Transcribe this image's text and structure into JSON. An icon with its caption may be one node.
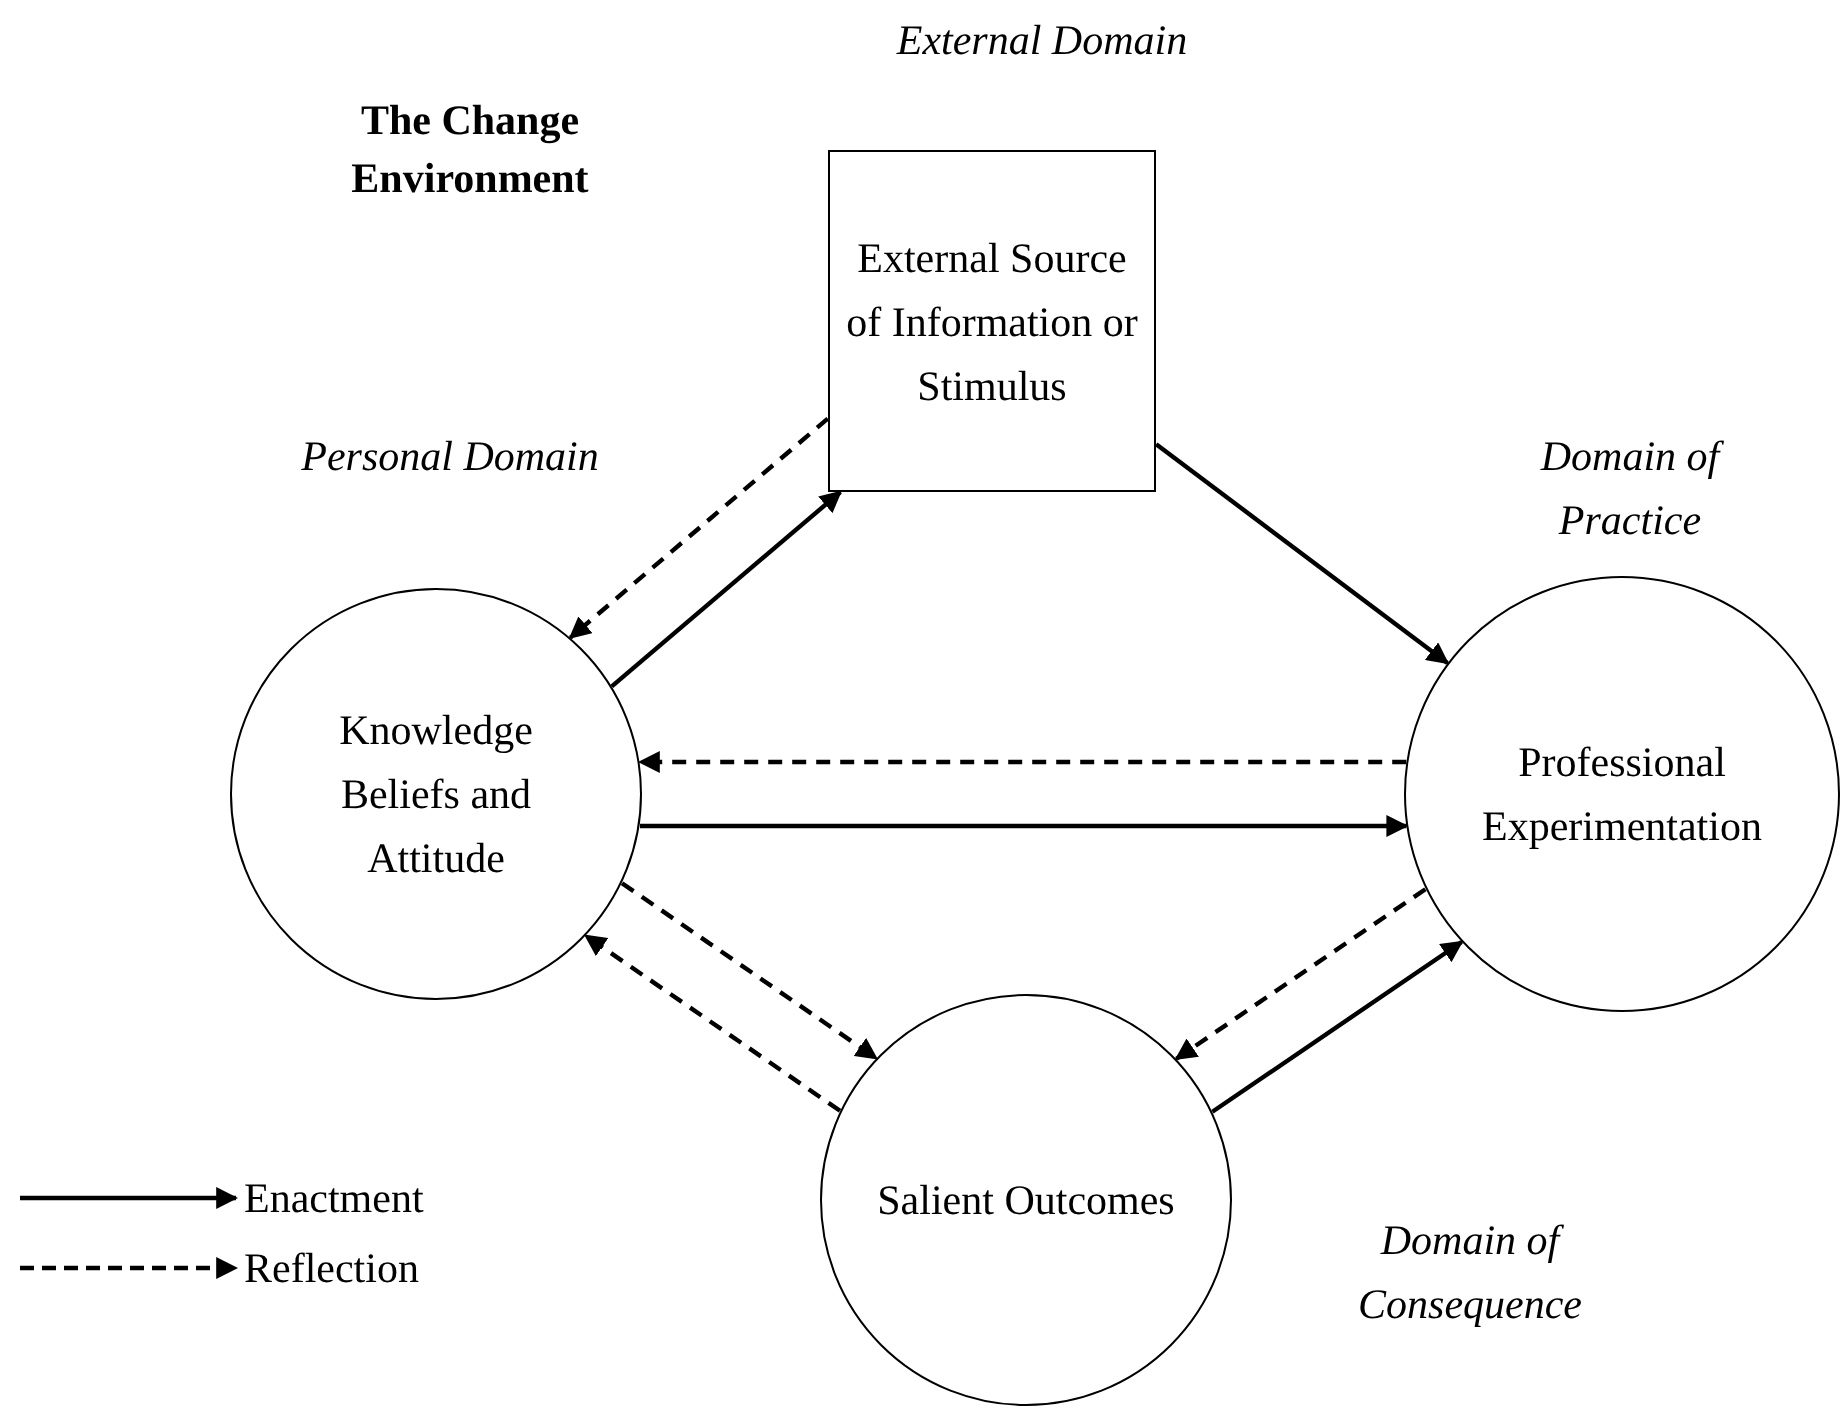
{
  "diagram": {
    "title": "The Change Environment",
    "nodes": [
      {
        "text": [
          "External Source of Information or Stimulus"
        ],
        "beside": [
          "External Domain"
        ]
      },
      {
        "text": [
          "Knowledge Beliefs and Attitude"
        ],
        "beside": [
          "Personal Domain"
        ]
      },
      {
        "text": [
          "Professional Experimentation"
        ],
        "beside": [
          "Domain of Practice"
        ]
      },
      {
        "text": [
          "Salient Outcomes"
        ],
        "beside": [
          "Domain of Consequence"
        ]
      }
    ],
    "edges": [
      {
        "from": 0,
        "to": 1,
        "arrow": "to",
        "style": "dashed"
      },
      {
        "from": 1,
        "to": 0,
        "arrow": "to"
      },
      {
        "from": 0,
        "to": 2,
        "arrow": "to"
      },
      {
        "from": 2,
        "to": 1,
        "arrow": "to",
        "style": "dashed"
      },
      {
        "from": 1,
        "to": 2,
        "arrow": "to"
      },
      {
        "from": 1,
        "to": 3,
        "arrow": "to",
        "style": "dashed"
      },
      {
        "from": 3,
        "to": 1,
        "arrow": "to",
        "style": "dashed"
      },
      {
        "from": 2,
        "to": 3,
        "arrow": "to",
        "style": "dashed"
      },
      {
        "from": 3,
        "to": 2,
        "arrow": "to"
      }
    ],
    "legend": [
      {
        "text": "Enactment"
      },
      {
        "text": "Reflection"
      }
    ]
  }
}
